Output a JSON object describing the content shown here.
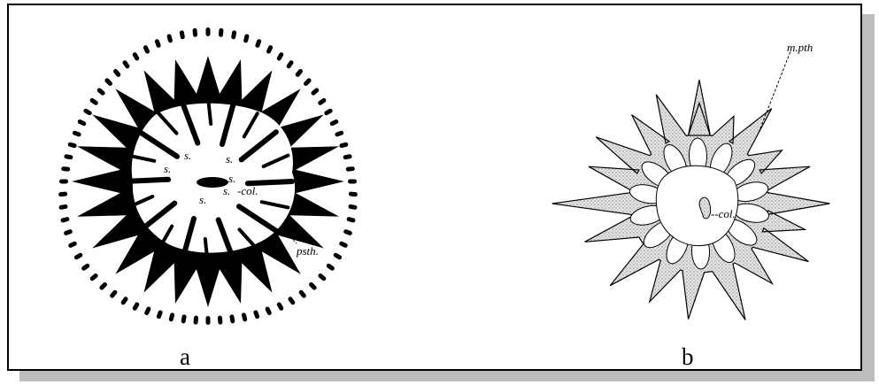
{
  "panels": [
    {
      "id": "a",
      "caption": "a",
      "labels": {
        "s1": "s.",
        "s2": "s.",
        "s3": "s.",
        "s4": "s.",
        "s5": "s.",
        "s6": "s.",
        "col": "-col.",
        "psth": "psth."
      }
    },
    {
      "id": "b",
      "caption": "b",
      "labels": {
        "mpth": "m.pth",
        "col": "--col."
      }
    }
  ],
  "colors": {
    "ink": "#000000",
    "stipple": "#d9d9d9",
    "shadow": "#bdbdbd"
  }
}
